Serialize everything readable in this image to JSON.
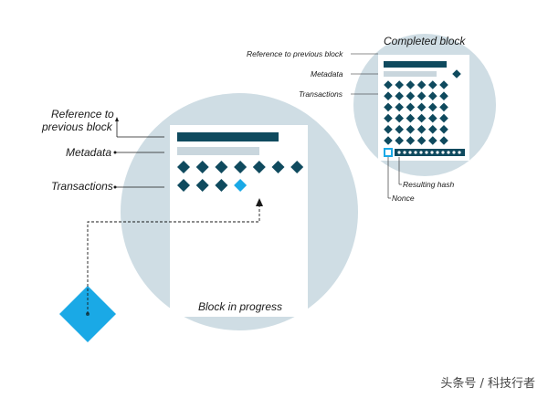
{
  "diagram": {
    "block_in_progress": {
      "caption": "Block in progress",
      "labels": {
        "reference": [
          "Reference to",
          "previous block"
        ],
        "metadata": "Metadata",
        "transactions": "Transactions"
      },
      "transaction_rows": [
        7,
        4
      ],
      "new_transaction_highlighted": true
    },
    "completed_block": {
      "title": "Completed block",
      "labels": {
        "reference": "Reference to previous block",
        "metadata": "Metadata",
        "transactions": "Transactions",
        "resulting_hash": "Resulting hash",
        "nonce": "Nonce"
      },
      "transaction_grid": {
        "rows": 6,
        "cols": 6
      }
    }
  },
  "watermark": "头条号 / 科技行者",
  "colors": {
    "circle": "#cfdde4",
    "dark": "#0f4a5e",
    "light_bar": "#c9d6dd",
    "highlight": "#1aa9e6",
    "text": "#1a1a1a"
  }
}
